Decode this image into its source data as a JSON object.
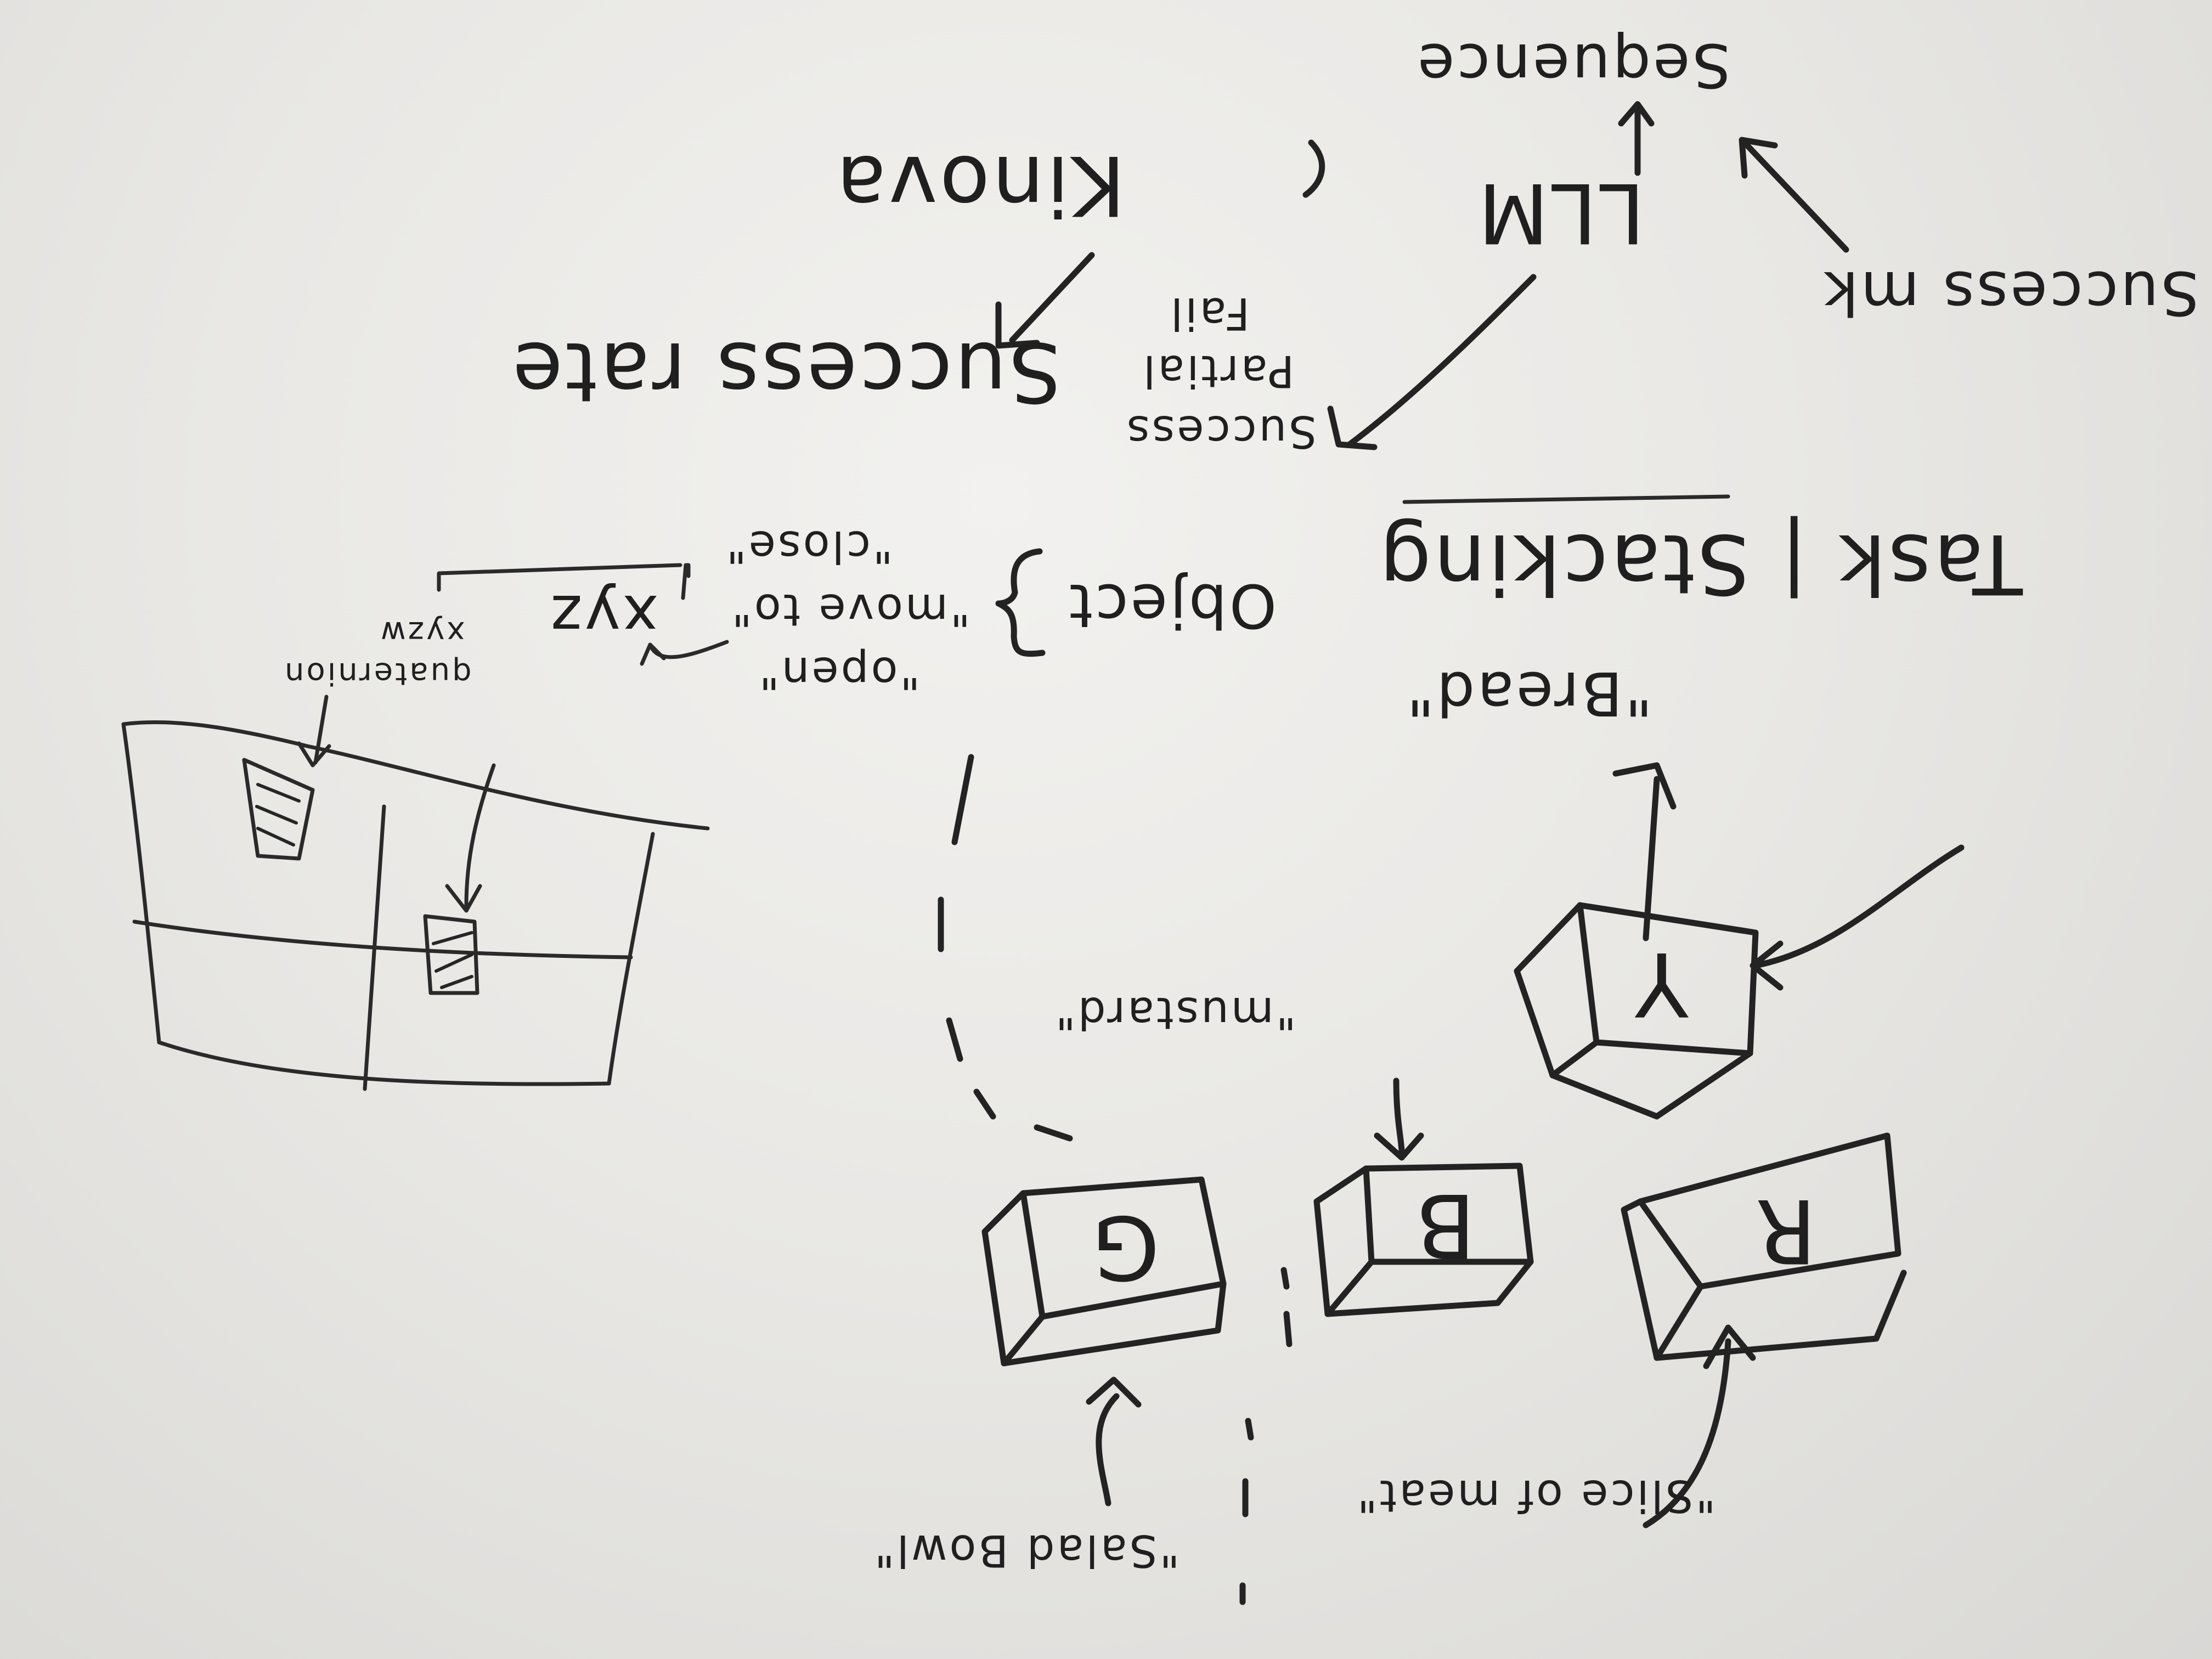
{
  "board": {
    "labels": {
      "sequence": "Sequence",
      "llm": "LLM",
      "kinova": "Kinova",
      "success_rate": "Success rate",
      "success_mk": "Success mk",
      "success_score": "Success",
      "partial": "Partial",
      "fail": "Fail",
      "task_stacking": "Task | Stacking",
      "bread": "\"Bread\"",
      "object": "Object",
      "open": "\"open\"",
      "move_to": "\"move to\"",
      "close": "\"close\"",
      "xyz": "xyz",
      "xyzw": "xyzw",
      "quaternion": "quaternion",
      "mustard": "\"mustard\"",
      "salad_bowl": "\"Salad Bowl\"",
      "slice_of_meat": "\"Slice of meat\""
    },
    "cubes": {
      "g": "G",
      "b": "B",
      "r": "R",
      "y": "Y"
    }
  }
}
